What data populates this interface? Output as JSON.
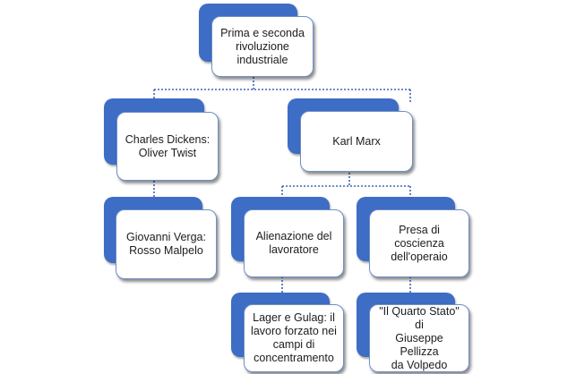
{
  "nodes": {
    "root": "Prima e seconda\nrivoluzione\nindustriale",
    "dickens": "Charles Dickens:\nOliver Twist",
    "marx": "Karl Marx",
    "verga": "Giovanni Verga:\nRosso Malpelo",
    "alienazione": "Alienazione del\nlavoratore",
    "presa": "Presa di coscienza\ndell'operaio",
    "lager": "Lager e Gulag: il\nlavoro forzato nei\ncampi di\nconcentramento",
    "quarto_stato": "\"Il Quarto Stato\" di\nGiuseppe Pellizza\nda Volpedo"
  },
  "colors": {
    "box_back": "#3d6dc5",
    "box_front": "#ffffff",
    "connector": "#3a66b8",
    "text": "#1c1c1c"
  }
}
